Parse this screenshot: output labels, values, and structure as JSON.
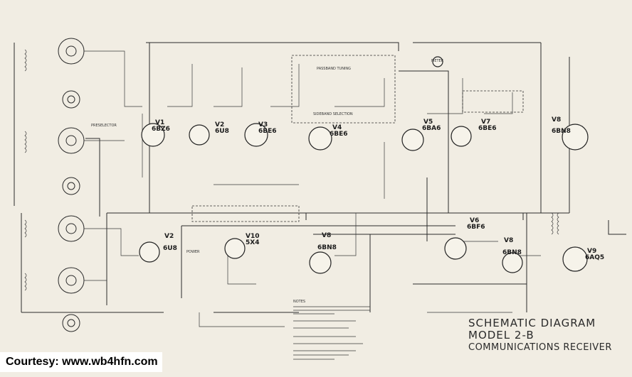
{
  "diagram": {
    "title_lines": [
      "SCHEMATIC  DIAGRAM",
      "MODEL  2-B",
      "COMMUNICATIONS  RECEIVER"
    ],
    "credit": "Courtesy: www.wb4hfn.com",
    "tubes": [
      {
        "id": "V1",
        "type": "6BZ6"
      },
      {
        "id": "V2",
        "type": "6U8"
      },
      {
        "id": "V3",
        "type": "6BE6"
      },
      {
        "id": "V4",
        "type": "6BE6"
      },
      {
        "id": "V5",
        "type": "6BA6"
      },
      {
        "id": "V7",
        "type": "6BE6"
      },
      {
        "id": "V8",
        "type": "6BN8"
      },
      {
        "id": "V2",
        "type": "6U8"
      },
      {
        "id": "V10",
        "type": "5X4"
      },
      {
        "id": "V8",
        "type": "6BN8"
      },
      {
        "id": "V6",
        "type": "6BF6"
      },
      {
        "id": "V8",
        "type": "6BN8"
      },
      {
        "id": "V9",
        "type": "6AQ5"
      }
    ],
    "labels": {
      "preselector": "PRESELECTOR",
      "passband_tuning": "PASSBAND TUNING",
      "sideband_selection": "SIDEBAND SELECTION",
      "meter": "METER",
      "power": "POWER",
      "notes": "NOTES"
    }
  }
}
